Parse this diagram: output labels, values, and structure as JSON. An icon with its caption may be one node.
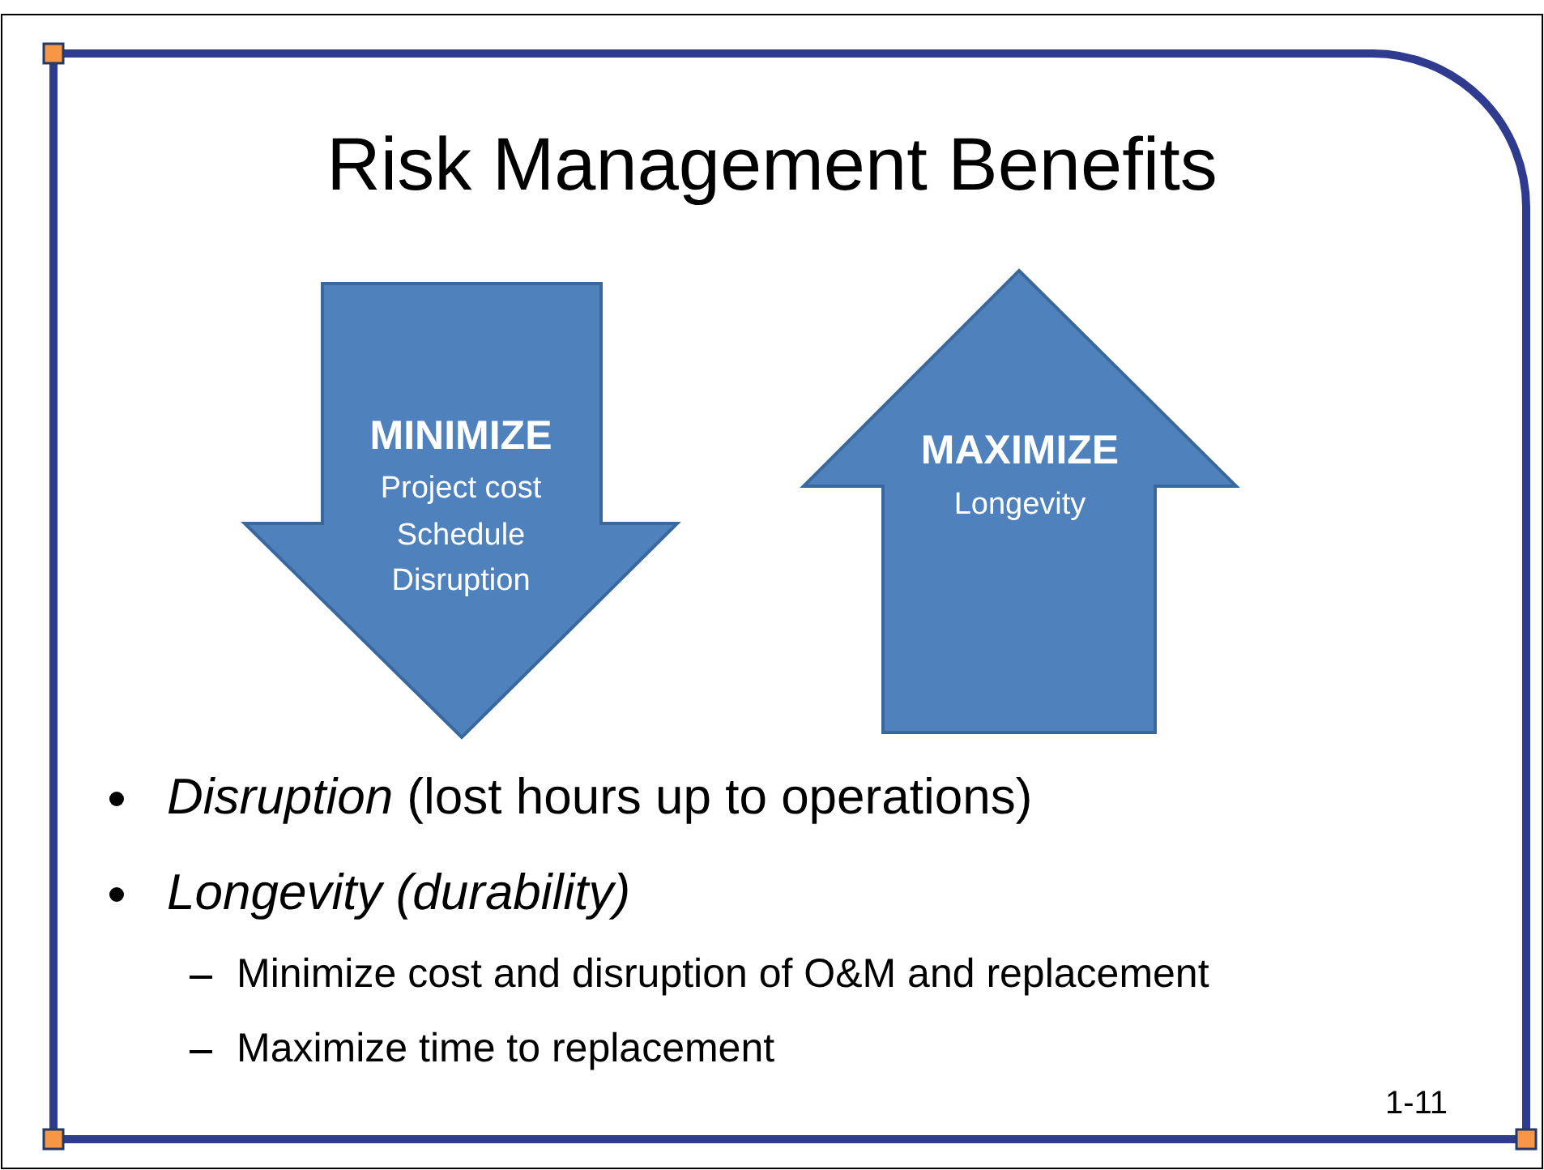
{
  "diagram": {
    "title": "Risk Management Benefits",
    "nodes": [
      {
        "text": [
          "MINIMIZE",
          "Project cost",
          "Schedule",
          "Disruption"
        ]
      },
      {
        "text": [
          "MAXIMIZE",
          "Longevity"
        ]
      }
    ],
    "labels": [
      "*Disruption* (lost hours up to operations)",
      "Longevity (durability)",
      "Minimize cost and disruption of O&M and replacement",
      "Maximize time to replacement",
      "1-11"
    ]
  }
}
